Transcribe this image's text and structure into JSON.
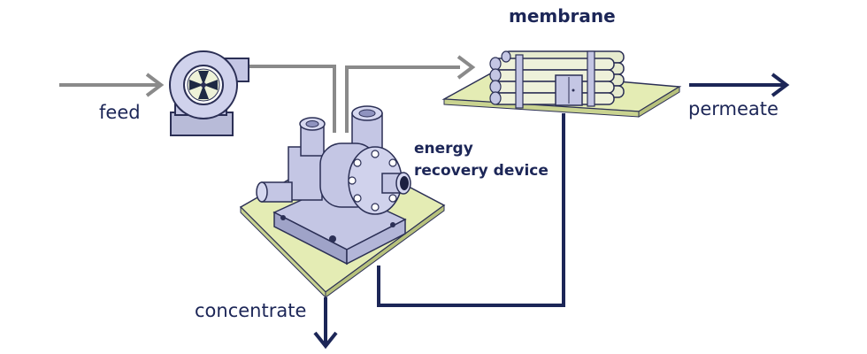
{
  "labels": {
    "feed": "feed",
    "membrane": "membrane",
    "permeate": "permeate",
    "energy_recovery_line1": "energy",
    "energy_recovery_line2": "recovery device",
    "concentrate": "concentrate"
  },
  "colors": {
    "feed_line": "#8a8a8a",
    "product_line": "#1c2657",
    "platform": "#e4ecb4",
    "equipment": "#c4c6e4",
    "membrane_tube": "#eef1da"
  },
  "icons": {
    "feed_pump": "high-pressure-pump-icon",
    "membrane_unit": "membrane-rack-icon",
    "energy_recovery": "energy-recovery-device-icon"
  }
}
